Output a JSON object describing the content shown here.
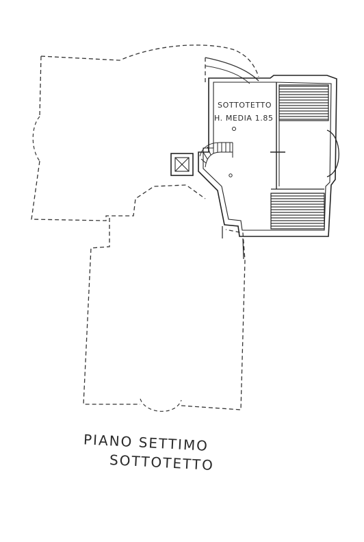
{
  "plan": {
    "room_name": "SOTTOTETTO",
    "room_height": "H. MEDIA 1.85",
    "caption_line1": "PIANO  SETTIMO",
    "caption_line2": "SOTTOTETTO"
  },
  "colors": {
    "ink": "#2b2b2b",
    "paper": "#ffffff"
  }
}
